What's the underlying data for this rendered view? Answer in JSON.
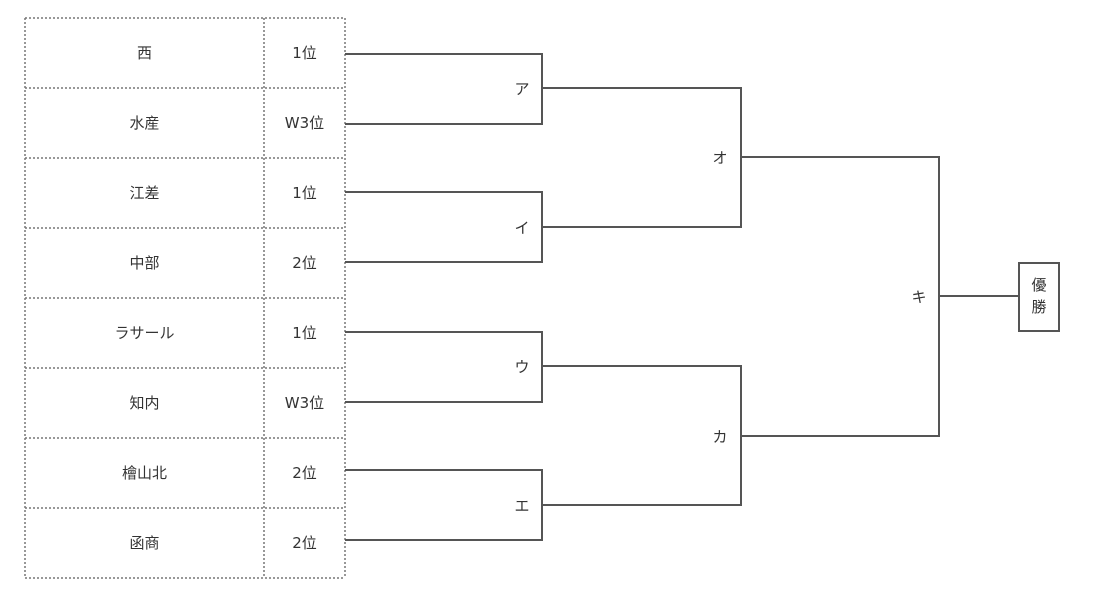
{
  "teams": [
    {
      "name": "西",
      "rank": "1位"
    },
    {
      "name": "水産",
      "rank": "W3位"
    },
    {
      "name": "江差",
      "rank": "1位"
    },
    {
      "name": "中部",
      "rank": "2位"
    },
    {
      "name": "ラサール",
      "rank": "1位"
    },
    {
      "name": "知内",
      "rank": "W3位"
    },
    {
      "name": "檜山北",
      "rank": "2位"
    },
    {
      "name": "函商",
      "rank": "2位"
    }
  ],
  "round1": [
    "ア",
    "イ",
    "ウ",
    "エ"
  ],
  "round2": [
    "オ",
    "カ"
  ],
  "final": "キ",
  "champion": "優勝"
}
